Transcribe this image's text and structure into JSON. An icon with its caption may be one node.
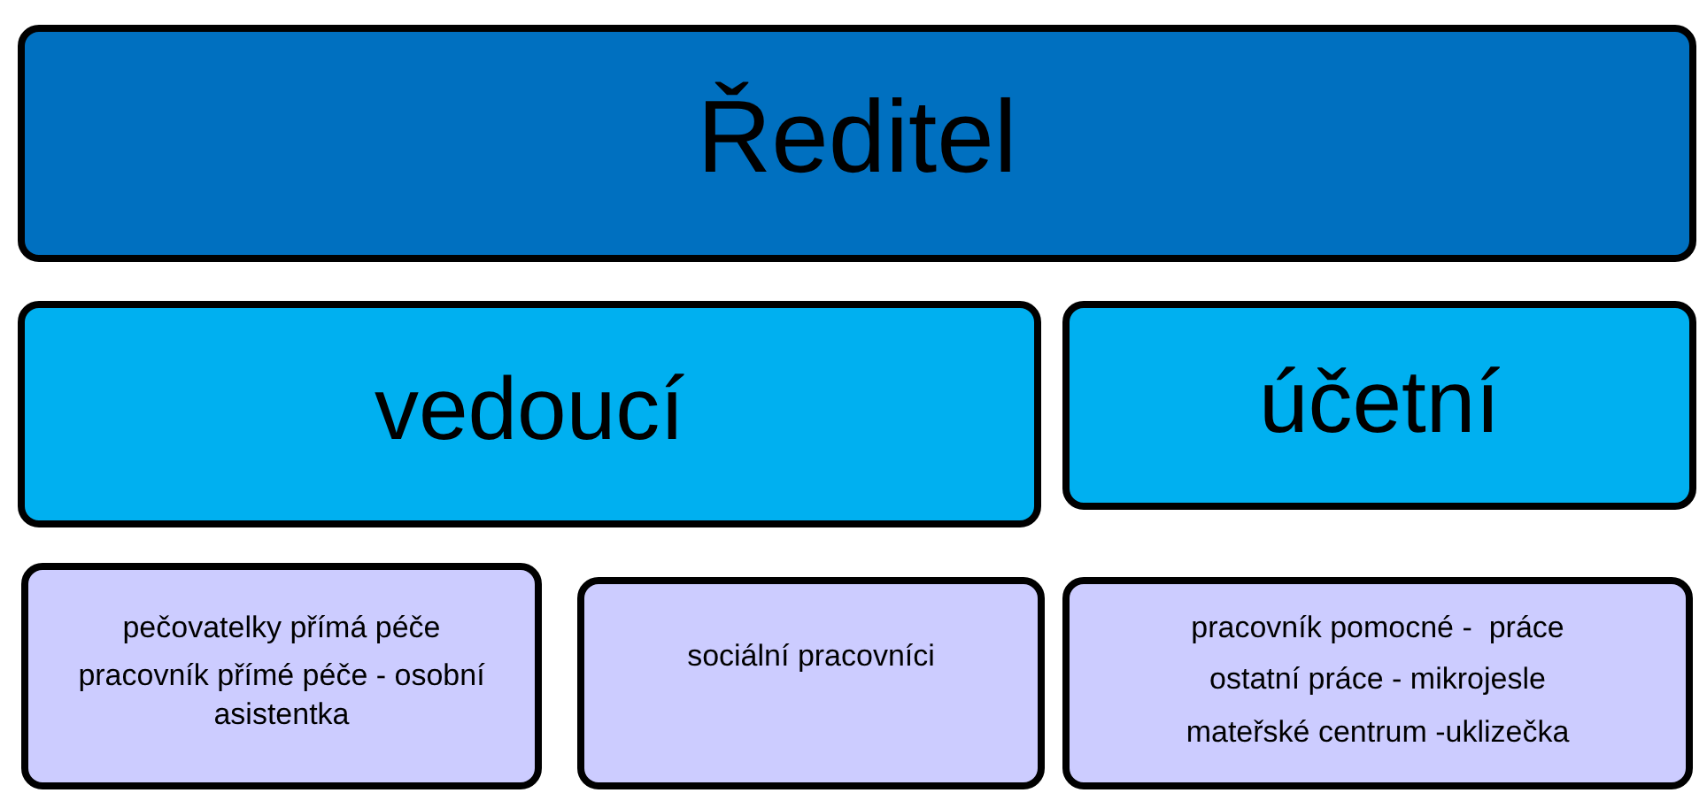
{
  "diagram": {
    "nodes": [
      {
        "text": [
          "Ředitel"
        ]
      },
      {
        "text": [
          "vedoucí"
        ]
      },
      {
        "text": [
          "účetní"
        ]
      },
      {
        "text": [
          "pečovatelky přímá péče",
          "pracovník přímé péče - osobní asistentka"
        ]
      },
      {
        "text": [
          "sociální pracovníci"
        ]
      },
      {
        "text": [
          "pracovník pomocné -  práce",
          "ostatní práce - mikrojesle",
          "mateřské centrum -uklizečka"
        ]
      }
    ]
  }
}
